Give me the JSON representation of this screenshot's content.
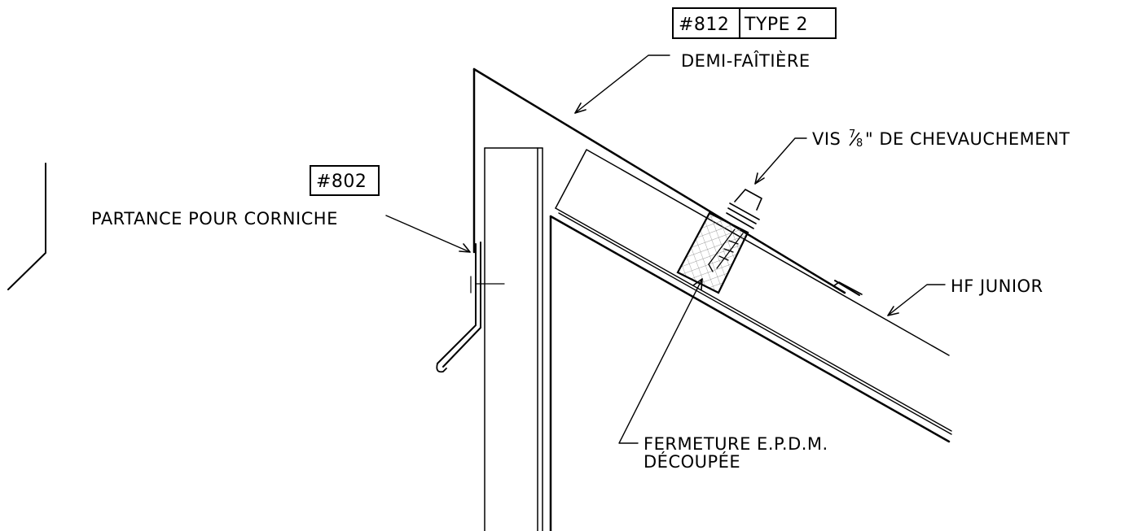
{
  "tags": {
    "ridge_number": "#812",
    "ridge_type": "TYPE 2",
    "eave_number": "#802"
  },
  "labels": {
    "ridge": "DEMI-FAÎTIÈRE",
    "eave_starter": "PARTANCE POUR CORNICHE",
    "screw_prefix": "VIS",
    "screw_fraction_num": "7",
    "screw_fraction_den": "8",
    "screw_suffix": "\" DE CHEVAUCHEMENT",
    "panel": "HF JUNIOR",
    "closure_line1": "FERMETURE E.P.D.M.",
    "closure_line2": "DÉCOUPÉE"
  },
  "colors": {
    "line": "#000000",
    "background": "#ffffff",
    "closure_hatch": "#9a9a9a"
  }
}
